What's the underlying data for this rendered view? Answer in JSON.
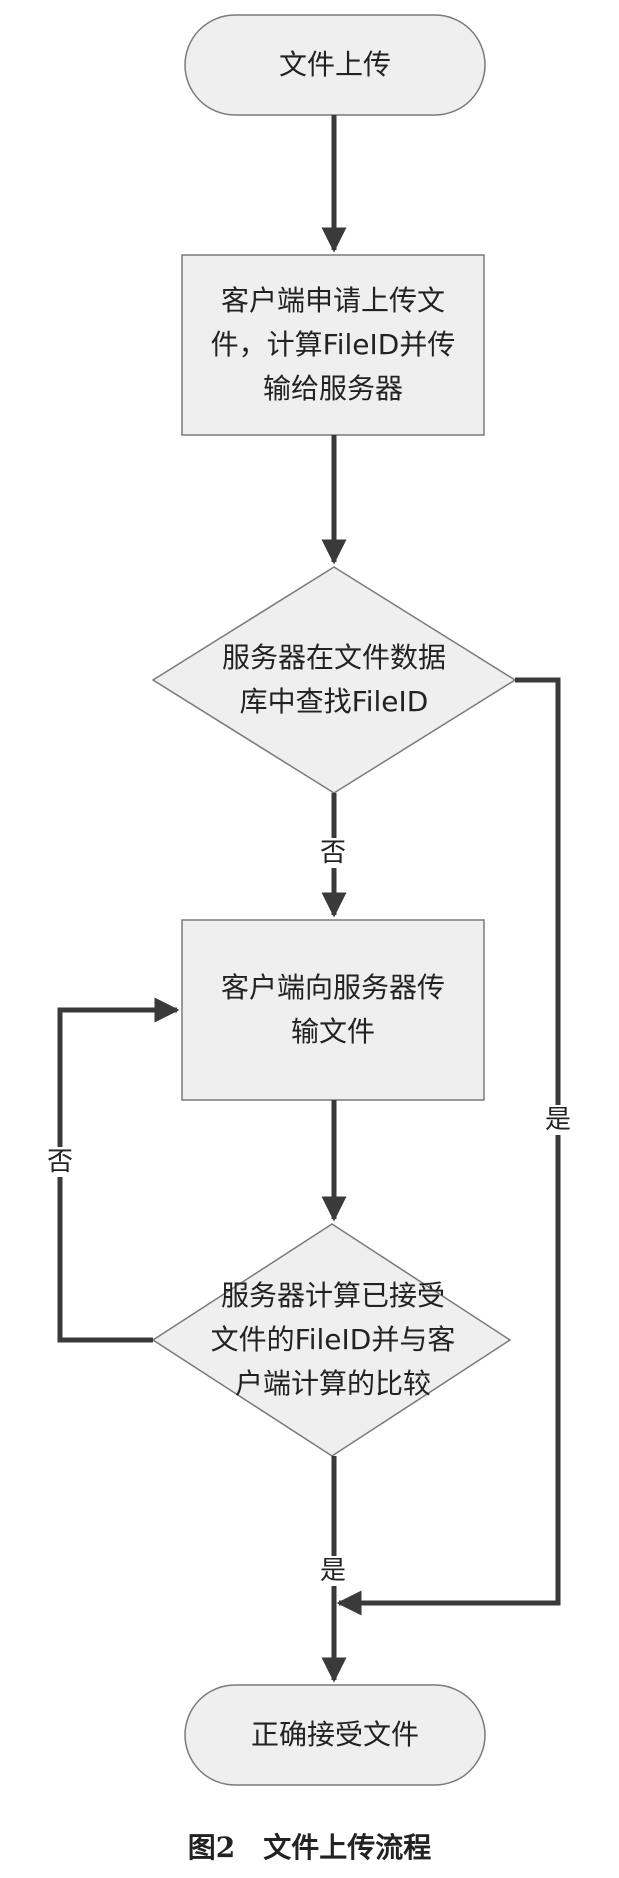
{
  "nodes": {
    "start": "文件上传",
    "request": "客户端申请上传文\n件，计算FileID并传\n输给服务器",
    "lookup": "服务器在文件数据\n库中查找FileID",
    "transfer": "客户端向服务器传\n输文件",
    "verify": "服务器计算已接受\n文件的FileID并与客\n户端计算的比较",
    "end": "正确接受文件"
  },
  "edges": {
    "lookup_no": "否",
    "lookup_yes": "是",
    "verify_no": "否",
    "verify_yes": "是"
  },
  "caption": "图2　文件上传流程",
  "colors": {
    "line": "#3a3a3a",
    "shape_fill": "#efefef",
    "shape_stroke": "#7a7a7a"
  }
}
